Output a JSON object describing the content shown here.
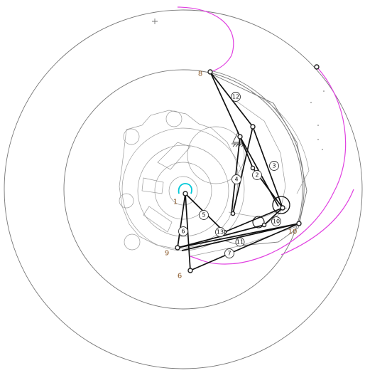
{
  "colors": {
    "path": "#e040e0",
    "crank": "#00c8d8",
    "link": "#111111",
    "node_label": "#8b5a2b",
    "geometry": "#777777"
  },
  "node_labels": [
    "1",
    "6",
    "8",
    "9",
    "10"
  ],
  "link_labels": [
    "2",
    "3",
    "4",
    "5",
    "6",
    "7",
    "10",
    "11",
    "12",
    "13"
  ]
}
